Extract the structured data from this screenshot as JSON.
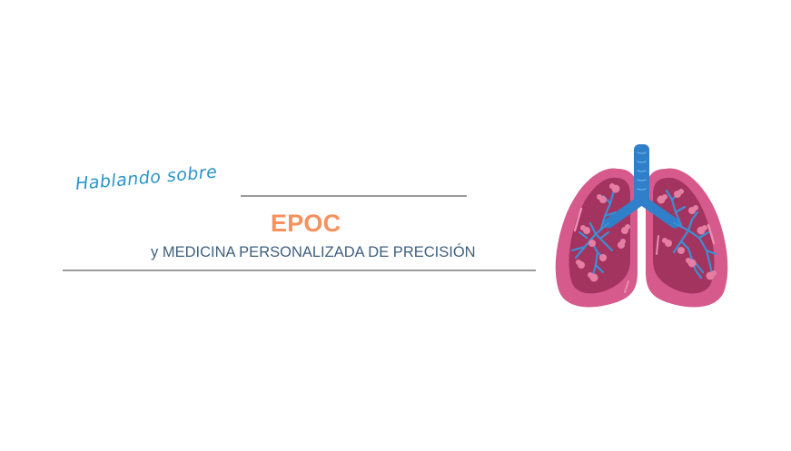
{
  "banner": {
    "kicker": "Hablando sobre",
    "title": "EPOC",
    "subtitle": "y MEDICINA PERSONALIZADA DE PRECISIÓN"
  },
  "illustration": {
    "icon": "lungs-icon",
    "colors": {
      "lung_outer": "#d65a8c",
      "lung_inner": "#a3335f",
      "airway": "#2f7fc9",
      "bronchi": "#3d8fd4",
      "alveoli": "#e47fa3"
    }
  },
  "colors": {
    "kicker": "#2b95c9",
    "title": "#f5925d",
    "subtitle": "#3f5f7e",
    "rule": "#9a9a9a",
    "background": "#ffffff"
  }
}
